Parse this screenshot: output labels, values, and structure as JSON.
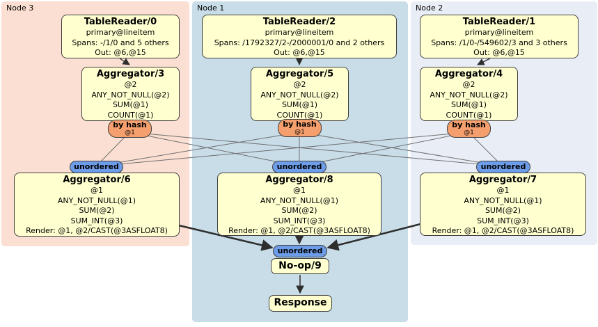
{
  "colors": {
    "node3_bg": "#fbdfd2",
    "node1_bg": "#c9dde9",
    "node2_bg": "#e9eef6",
    "processor_fill": "#ffffd0",
    "processor_border": "#3f3f3f",
    "router_fill": "#f49f6d",
    "sync_fill": "#6d9ce8",
    "edge_thin": "#6e6e6e",
    "edge_thick": "#2e2e2e"
  },
  "groups": [
    {
      "label": "Node 3",
      "table_reader": {
        "title": "TableReader/0",
        "lines": [
          "primary@lineitem",
          "Spans: -/1/0 and 5 others",
          "Out: @6,@15"
        ]
      },
      "aggregator_top": {
        "title": "Aggregator/3",
        "lines": [
          "@2",
          "ANY_NOT_NULL(@2)",
          "SUM(@1)",
          "COUNT(@1)"
        ]
      },
      "router": {
        "label": "by hash",
        "detail": "@1"
      },
      "sync": {
        "label": "unordered"
      },
      "aggregator_bottom": {
        "title": "Aggregator/6",
        "lines": [
          "@1",
          "ANY_NOT_NULL(@1)",
          "SUM(@2)",
          "SUM_INT(@3)",
          "Render: @1, @2/CAST(@3ASFLOAT8)"
        ]
      }
    },
    {
      "label": "Node 1",
      "table_reader": {
        "title": "TableReader/2",
        "lines": [
          "primary@lineitem",
          "Spans: /1792327/2-/2000001/0 and 2 others",
          "Out: @6,@15"
        ]
      },
      "aggregator_top": {
        "title": "Aggregator/5",
        "lines": [
          "@2",
          "ANY_NOT_NULL(@2)",
          "SUM(@1)",
          "COUNT(@1)"
        ]
      },
      "router": {
        "label": "by hash",
        "detail": "@1"
      },
      "sync": {
        "label": "unordered"
      },
      "aggregator_bottom": {
        "title": "Aggregator/8",
        "lines": [
          "@1",
          "ANY_NOT_NULL(@1)",
          "SUM(@2)",
          "SUM_INT(@3)",
          "Render: @1, @2/CAST(@3ASFLOAT8)"
        ]
      }
    },
    {
      "label": "Node 2",
      "table_reader": {
        "title": "TableReader/1",
        "lines": [
          "primary@lineitem",
          "Spans: /1/0-/549602/3 and 3 others",
          "Out: @6,@15"
        ]
      },
      "aggregator_top": {
        "title": "Aggregator/4",
        "lines": [
          "@2",
          "ANY_NOT_NULL(@2)",
          "SUM(@1)",
          "COUNT(@1)"
        ]
      },
      "router": {
        "label": "by hash",
        "detail": "@1"
      },
      "sync": {
        "label": "unordered"
      },
      "aggregator_bottom": {
        "title": "Aggregator/7",
        "lines": [
          "@1",
          "ANY_NOT_NULL(@1)",
          "SUM(@2)",
          "SUM_INT(@3)",
          "Render: @1, @2/CAST(@3ASFLOAT8)"
        ]
      }
    }
  ],
  "final": {
    "sync_label": "unordered",
    "noop_title": "No-op/9",
    "response_title": "Response"
  },
  "edges": [
    {
      "from": "TableReader/0",
      "to": "Aggregator/3"
    },
    {
      "from": "TableReader/2",
      "to": "Aggregator/5"
    },
    {
      "from": "TableReader/1",
      "to": "Aggregator/4"
    },
    {
      "from": "Aggregator/3 by hash",
      "to": "Aggregator/6 unordered"
    },
    {
      "from": "Aggregator/3 by hash",
      "to": "Aggregator/8 unordered"
    },
    {
      "from": "Aggregator/3 by hash",
      "to": "Aggregator/7 unordered"
    },
    {
      "from": "Aggregator/5 by hash",
      "to": "Aggregator/6 unordered"
    },
    {
      "from": "Aggregator/5 by hash",
      "to": "Aggregator/8 unordered"
    },
    {
      "from": "Aggregator/5 by hash",
      "to": "Aggregator/7 unordered"
    },
    {
      "from": "Aggregator/4 by hash",
      "to": "Aggregator/6 unordered"
    },
    {
      "from": "Aggregator/4 by hash",
      "to": "Aggregator/8 unordered"
    },
    {
      "from": "Aggregator/4 by hash",
      "to": "Aggregator/7 unordered"
    },
    {
      "from": "Aggregator/6",
      "to": "No-op/9 unordered"
    },
    {
      "from": "Aggregator/8",
      "to": "No-op/9 unordered"
    },
    {
      "from": "Aggregator/7",
      "to": "No-op/9 unordered"
    },
    {
      "from": "No-op/9",
      "to": "Response"
    }
  ]
}
